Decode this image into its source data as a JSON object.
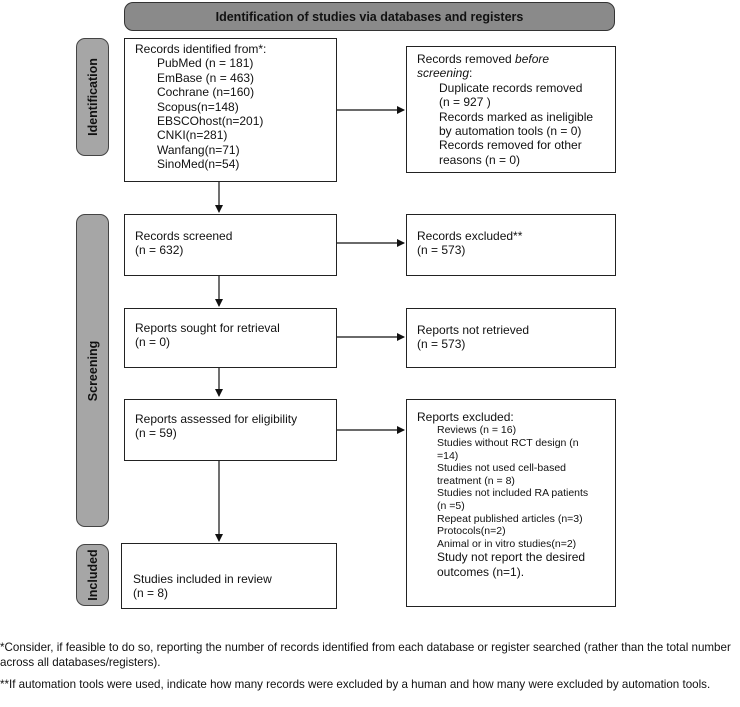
{
  "header": "Identification of studies via databases and registers",
  "phases": {
    "identification": "Identification",
    "screening": "Screening",
    "included": "Included"
  },
  "identified": {
    "title": "Records identified from*:",
    "sources": [
      "PubMed (n = 181)",
      "EmBase (n = 463)",
      "Cochrane (n=160)",
      "Scopus(n=148)",
      "EBSCOhost(n=201)",
      "CNKI(n=281)",
      "Wanfang(n=71)",
      "SinoMed(n=54)"
    ]
  },
  "removed": {
    "title_a": "Records removed ",
    "title_b": "before",
    "title_c": "screening",
    "title_d": ":",
    "lines": [
      "Duplicate records removed",
      "(n = 927 )",
      "Records marked as ineligible",
      "by automation tools (n = 0)",
      "Records removed for other",
      "reasons (n = 0)"
    ]
  },
  "screened": {
    "title": "Records screened",
    "n": "(n = 632)"
  },
  "excluded": {
    "title": "Records excluded**",
    "n": "(n = 573)"
  },
  "sought": {
    "title": "Reports sought for retrieval",
    "n": "(n = 0)"
  },
  "not_retrieved": {
    "title": "Reports not retrieved",
    "n": "(n = 573)"
  },
  "assessed": {
    "title": "Reports assessed for eligibility",
    "n": "(n = 59)"
  },
  "reports_excluded": {
    "title": "Reports excluded:",
    "lines": [
      "Reviews (n = 16)",
      "Studies without RCT design (n",
      "=14)",
      "Studies not used cell-based",
      "treatment (n = 8)",
      "Studies not included RA patients",
      "(n =5)",
      "Repeat published articles (n=3)",
      "Protocols(n=2)",
      "Animal or in vitro studies(n=2)"
    ],
    "last_lines": [
      "Study not report the desired",
      "outcomes (n=1)."
    ]
  },
  "included": {
    "title": "Studies included in review",
    "n": "(n = 8)"
  },
  "footnotes": {
    "f1": "*Consider, if feasible to do so, reporting the number of records identified from each database or register searched (rather than the total number across all databases/registers).",
    "f2": "**If automation tools were used, indicate how many records were excluded by a human and how many were excluded by automation tools."
  }
}
